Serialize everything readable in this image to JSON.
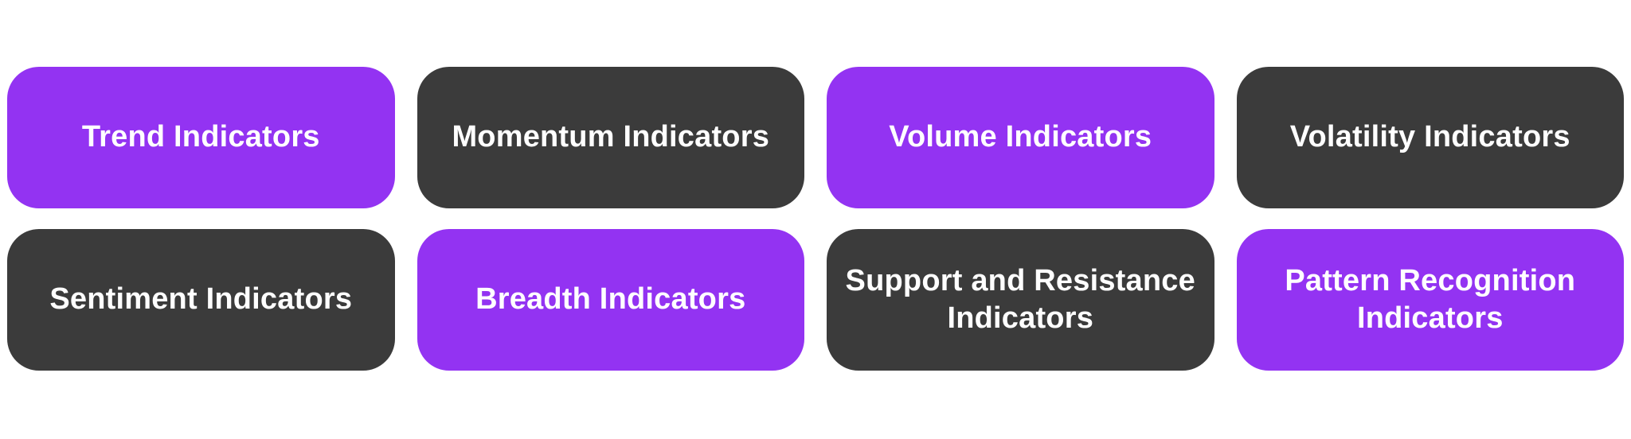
{
  "page": {
    "background_color": "#ffffff"
  },
  "colors": {
    "purple": "#9333f2",
    "dark": "#3b3b3b",
    "tile_text": "#ffffff"
  },
  "tiles": [
    {
      "label": "Trend Indicators",
      "variant": "purple"
    },
    {
      "label": "Momentum Indicators",
      "variant": "dark"
    },
    {
      "label": "Volume Indicators",
      "variant": "purple"
    },
    {
      "label": "Volatility Indicators",
      "variant": "dark"
    },
    {
      "label": "Sentiment Indicators",
      "variant": "dark"
    },
    {
      "label": "Breadth Indicators",
      "variant": "purple"
    },
    {
      "label": "Support and Resistance Indicators",
      "variant": "dark"
    },
    {
      "label": "Pattern Recognition Indicators",
      "variant": "purple"
    }
  ]
}
